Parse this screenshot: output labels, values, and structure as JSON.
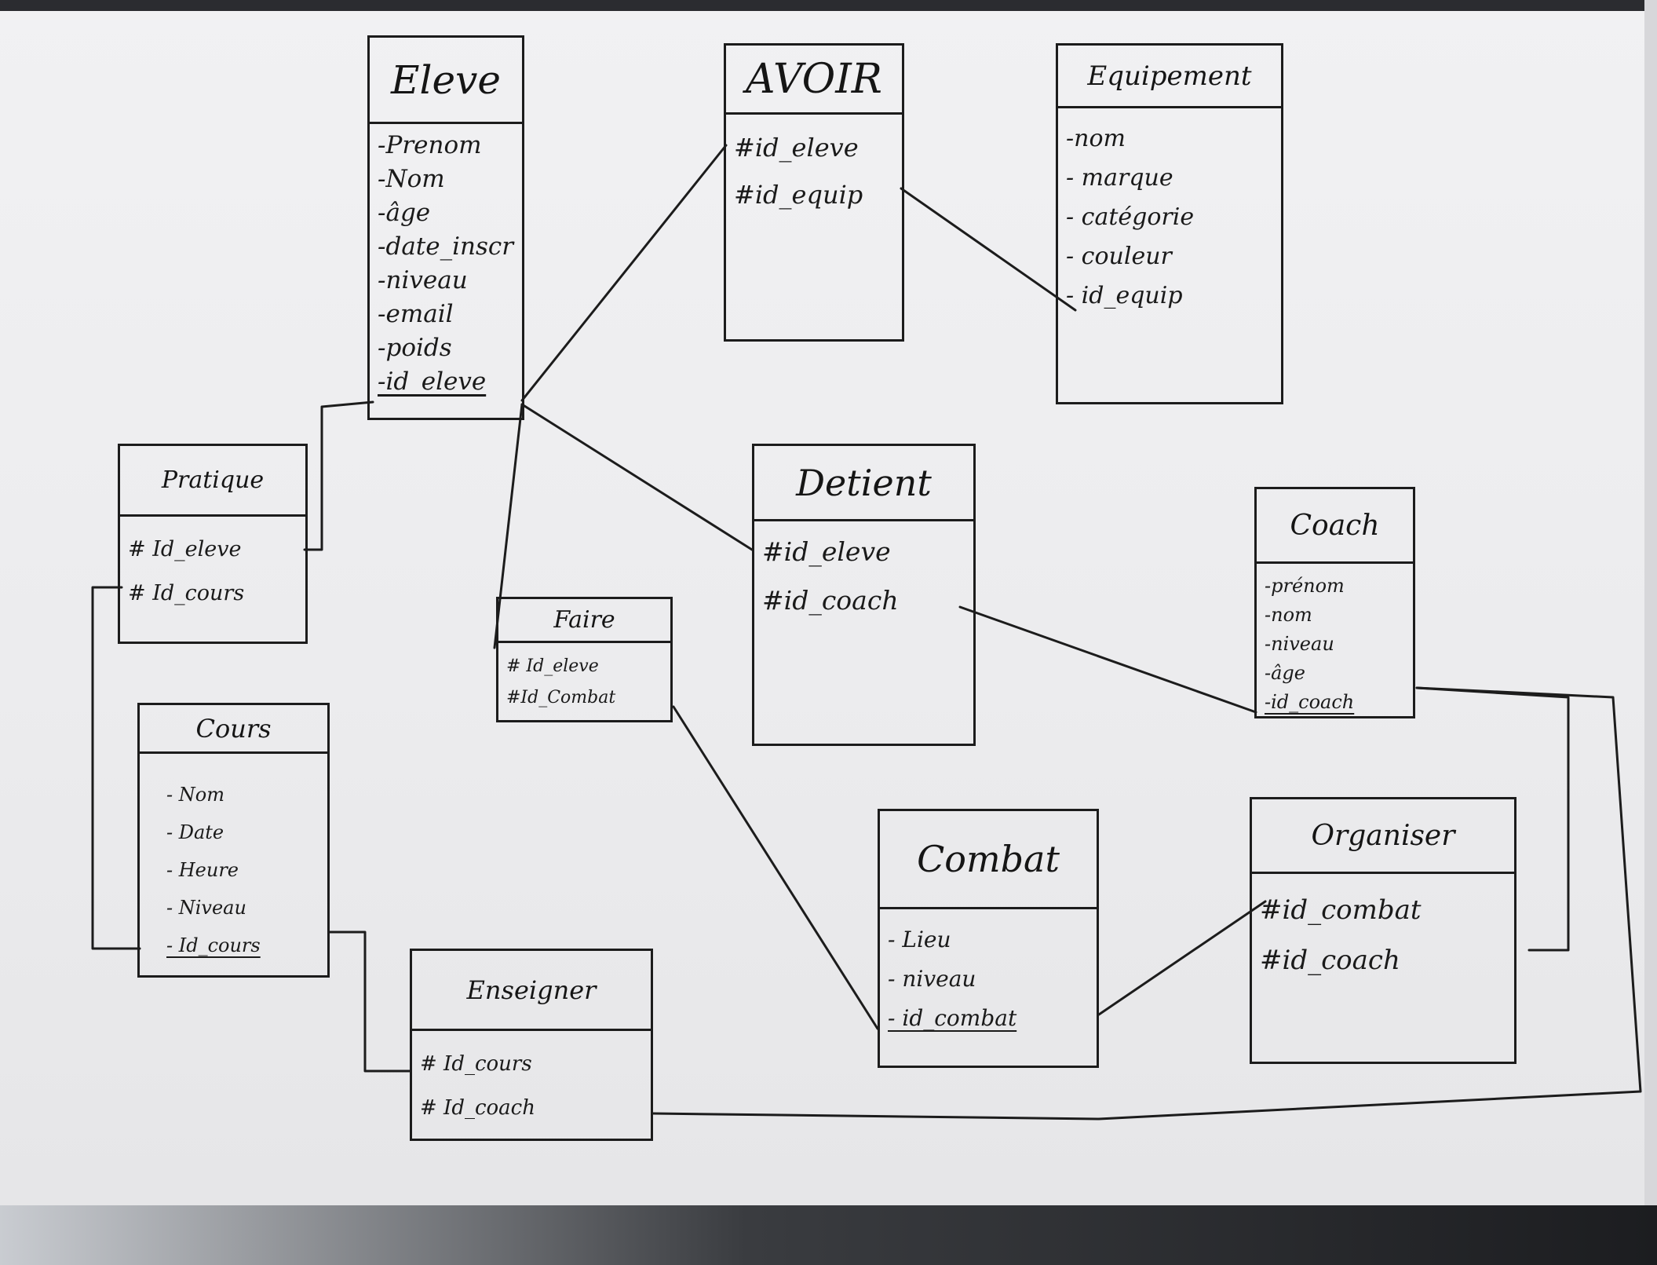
{
  "diagram": {
    "entities": [
      {
        "id": "eleve",
        "title": "Eleve",
        "attributes": [
          {
            "text": "-Prenom"
          },
          {
            "text": "-Nom"
          },
          {
            "text": "-âge"
          },
          {
            "text": "-date_inscr"
          },
          {
            "text": "-niveau"
          },
          {
            "text": "-email"
          },
          {
            "text": "-poids"
          },
          {
            "text": "-id_eleve",
            "key": true
          }
        ]
      },
      {
        "id": "avoir",
        "title": "AVOIR",
        "attributes": [
          {
            "text": "#id_eleve"
          },
          {
            "text": "#id_equip"
          }
        ]
      },
      {
        "id": "equipement",
        "title": "Equipement",
        "attributes": [
          {
            "text": "-nom"
          },
          {
            "text": "- marque"
          },
          {
            "text": "- catégorie"
          },
          {
            "text": "- couleur"
          },
          {
            "text": "- id_equip"
          }
        ]
      },
      {
        "id": "pratique",
        "title": "Pratique",
        "attributes": [
          {
            "text": "# Id_eleve"
          },
          {
            "text": "# Id_cours"
          }
        ]
      },
      {
        "id": "detient",
        "title": "Detient",
        "attributes": [
          {
            "text": "#id_eleve"
          },
          {
            "text": "#id_coach"
          }
        ]
      },
      {
        "id": "coach",
        "title": "Coach",
        "attributes": [
          {
            "text": "-prénom"
          },
          {
            "text": "-nom"
          },
          {
            "text": "-niveau"
          },
          {
            "text": "-âge"
          },
          {
            "text": "-id_coach",
            "key": true
          }
        ]
      },
      {
        "id": "faire",
        "title": "Faire",
        "attributes": [
          {
            "text": "# Id_eleve"
          },
          {
            "text": "#Id_Combat"
          }
        ]
      },
      {
        "id": "cours",
        "title": "Cours",
        "attributes": [
          {
            "text": "- Nom"
          },
          {
            "text": "- Date"
          },
          {
            "text": "- Heure"
          },
          {
            "text": "- Niveau"
          },
          {
            "text": "- Id_cours",
            "key": true
          }
        ]
      },
      {
        "id": "combat",
        "title": "Combat",
        "attributes": [
          {
            "text": "- Lieu"
          },
          {
            "text": "- niveau"
          },
          {
            "text": "- id_combat",
            "key": true
          }
        ]
      },
      {
        "id": "organiser",
        "title": "Organiser",
        "attributes": [
          {
            "text": "#id_combat"
          },
          {
            "text": "#id_coach"
          }
        ]
      },
      {
        "id": "enseigner",
        "title": "Enseigner",
        "attributes": [
          {
            "text": "# Id_cours"
          },
          {
            "text": "# Id_coach"
          }
        ]
      }
    ],
    "relationships": [
      {
        "from": "eleve",
        "to": "avoir"
      },
      {
        "from": "avoir",
        "to": "equipement"
      },
      {
        "from": "eleve",
        "to": "pratique"
      },
      {
        "from": "eleve",
        "to": "detient"
      },
      {
        "from": "eleve",
        "to": "faire"
      },
      {
        "from": "detient",
        "to": "coach"
      },
      {
        "from": "faire",
        "to": "combat"
      },
      {
        "from": "pratique",
        "to": "cours"
      },
      {
        "from": "cours",
        "to": "enseigner"
      },
      {
        "from": "combat",
        "to": "organiser"
      },
      {
        "from": "organiser",
        "to": "coach"
      },
      {
        "from": "enseigner",
        "to": "coach"
      }
    ],
    "style": {
      "ink": "#1c1c1c",
      "paper": "#eeeef0"
    }
  }
}
